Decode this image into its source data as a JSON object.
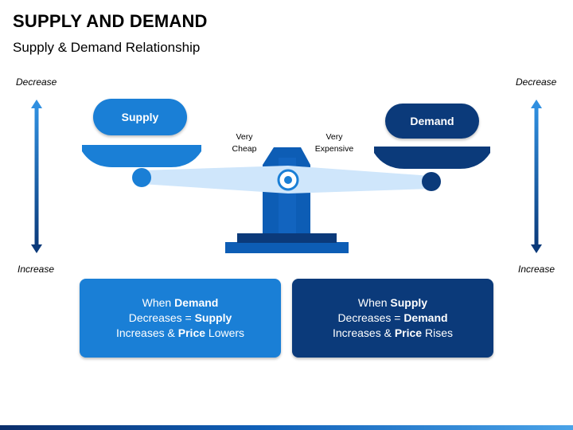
{
  "header": {
    "title": "SUPPLY AND DEMAND",
    "subtitle": "Supply & Demand Relationship"
  },
  "left_axis": {
    "top_label": "Decrease",
    "bottom_label": "Increase"
  },
  "right_axis": {
    "top_label": "Decrease",
    "bottom_label": "Increase"
  },
  "scale": {
    "left_label_line1": "Very",
    "left_label_line2": "Cheap",
    "right_label_line1": "Very",
    "right_label_line2": "Expensive",
    "left_pan_label": "Supply",
    "right_pan_label": "Demand"
  },
  "boxes": {
    "left": {
      "line1_pre": "When ",
      "line1_bold": "Demand",
      "line2_pre": "Decreases = ",
      "line2_bold": "Supply",
      "line3_pre": "Increases & ",
      "line3_bold": "Price",
      "line3_post": " Lowers"
    },
    "right": {
      "line1_pre": "When ",
      "line1_bold": "Supply",
      "line2_pre": "Decreases = ",
      "line2_bold": "Demand",
      "line3_pre": "Increases & ",
      "line3_bold": "Price",
      "line3_post": " Rises"
    }
  },
  "colors": {
    "light_blue": "#1a7fd6",
    "mid_blue": "#0d5db5",
    "dark_blue": "#0b3a7a",
    "beam": "#cfe6fb"
  }
}
